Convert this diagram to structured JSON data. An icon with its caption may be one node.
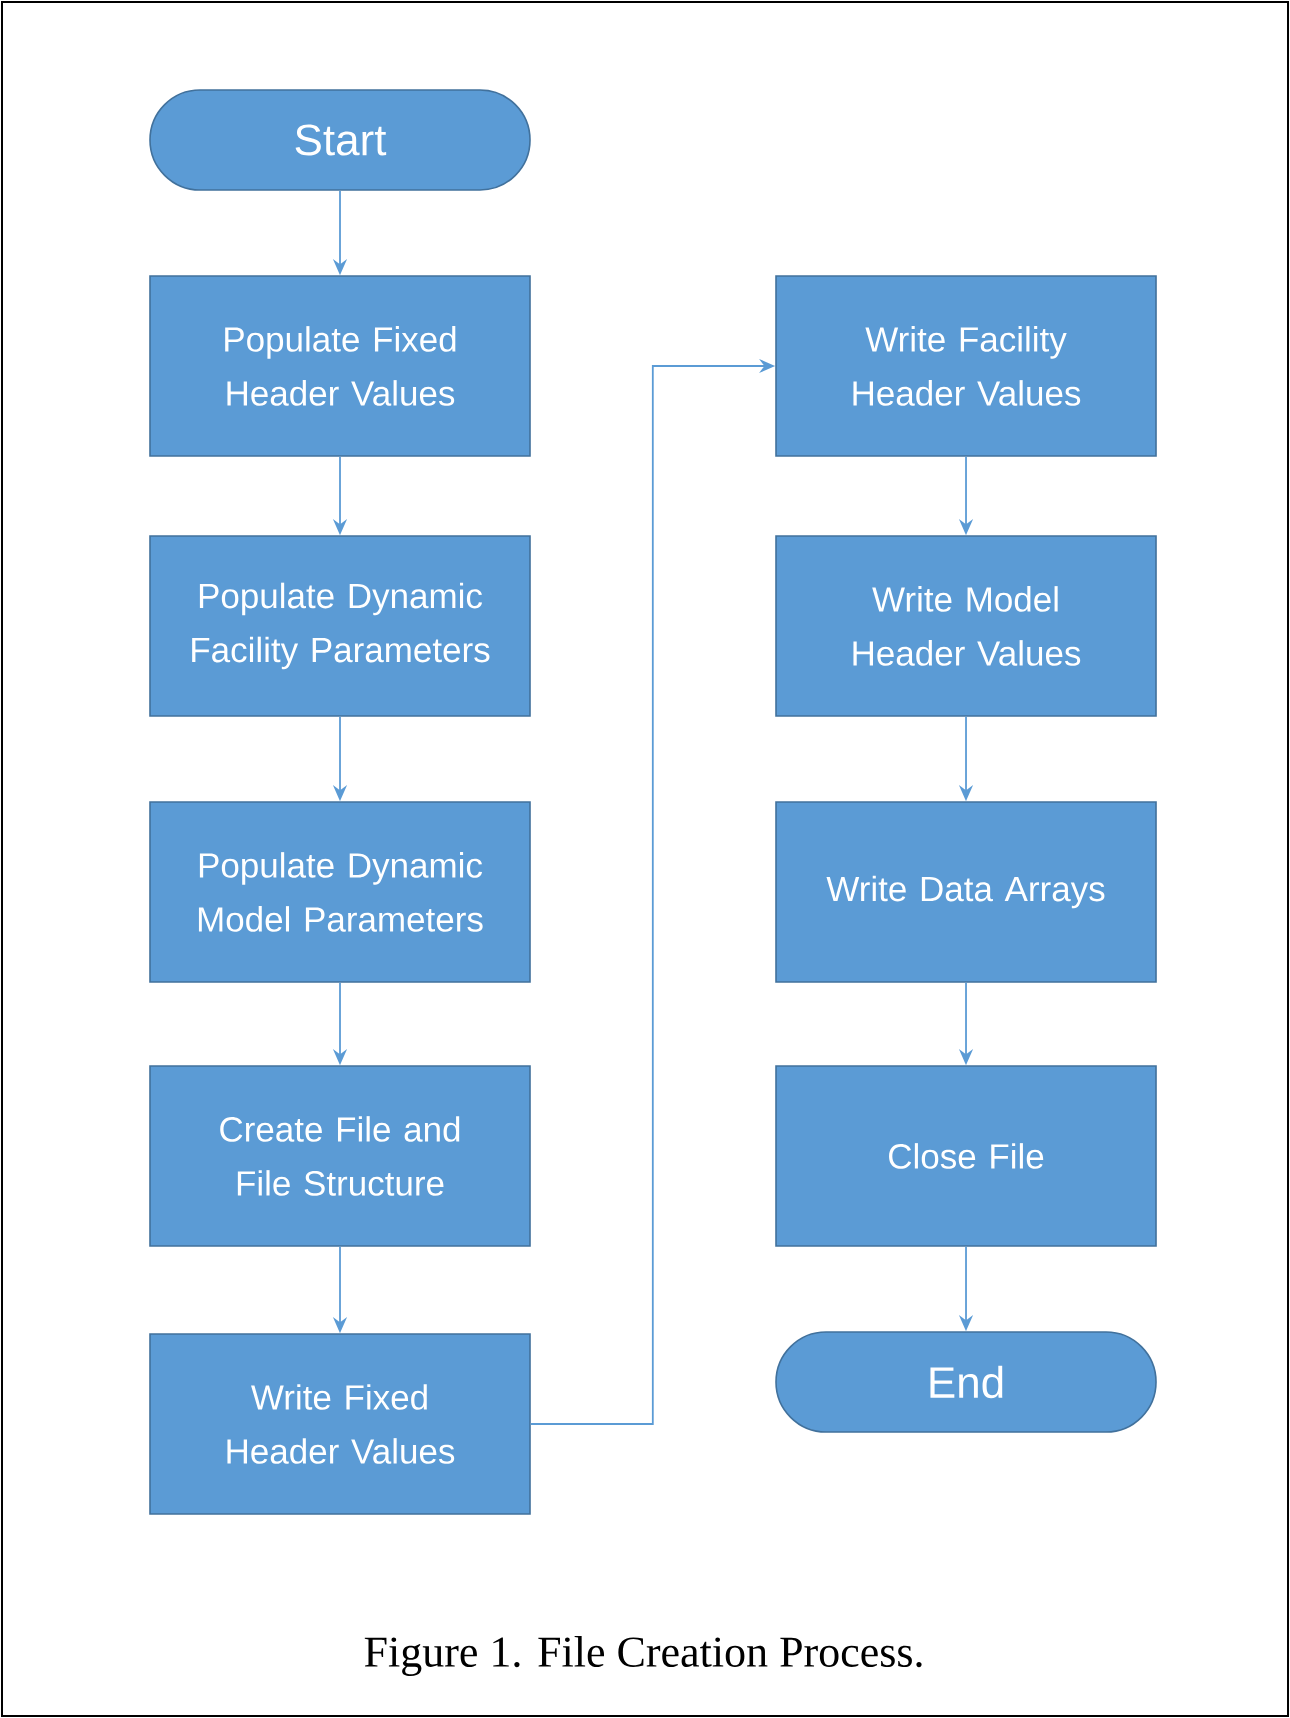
{
  "diagram": {
    "caption": "Figure 1.  File Creation Process.",
    "nodes": [
      {
        "text": [
          "Start"
        ]
      },
      {
        "text": [
          "Populate Fixed Header Values"
        ]
      },
      {
        "text": [
          "Populate Dynamic Facility Parameters"
        ]
      },
      {
        "text": [
          "Populate Dynamic Model Parameters"
        ]
      },
      {
        "text": [
          "Create File and File Structure"
        ]
      },
      {
        "text": [
          "Write Fixed Header Values"
        ]
      },
      {
        "text": [
          "Write Facility Header Values"
        ]
      },
      {
        "text": [
          "Write Model Header Values"
        ]
      },
      {
        "text": [
          "Write Data Arrays"
        ]
      },
      {
        "text": [
          "Close File"
        ]
      },
      {
        "text": [
          "End"
        ]
      }
    ],
    "edges": [
      {
        "from": 0,
        "to": 1,
        "arrow": "to"
      },
      {
        "from": 1,
        "to": 2,
        "arrow": "to"
      },
      {
        "from": 2,
        "to": 3,
        "arrow": "to"
      },
      {
        "from": 3,
        "to": 4,
        "arrow": "to"
      },
      {
        "from": 4,
        "to": 5,
        "arrow": "to"
      },
      {
        "from": 5,
        "to": 6,
        "arrow": "to"
      },
      {
        "from": 6,
        "to": 7,
        "arrow": "to"
      },
      {
        "from": 7,
        "to": 8,
        "arrow": "to"
      },
      {
        "from": 8,
        "to": 9,
        "arrow": "to"
      },
      {
        "from": 9,
        "to": 10,
        "arrow": "to"
      }
    ]
  }
}
